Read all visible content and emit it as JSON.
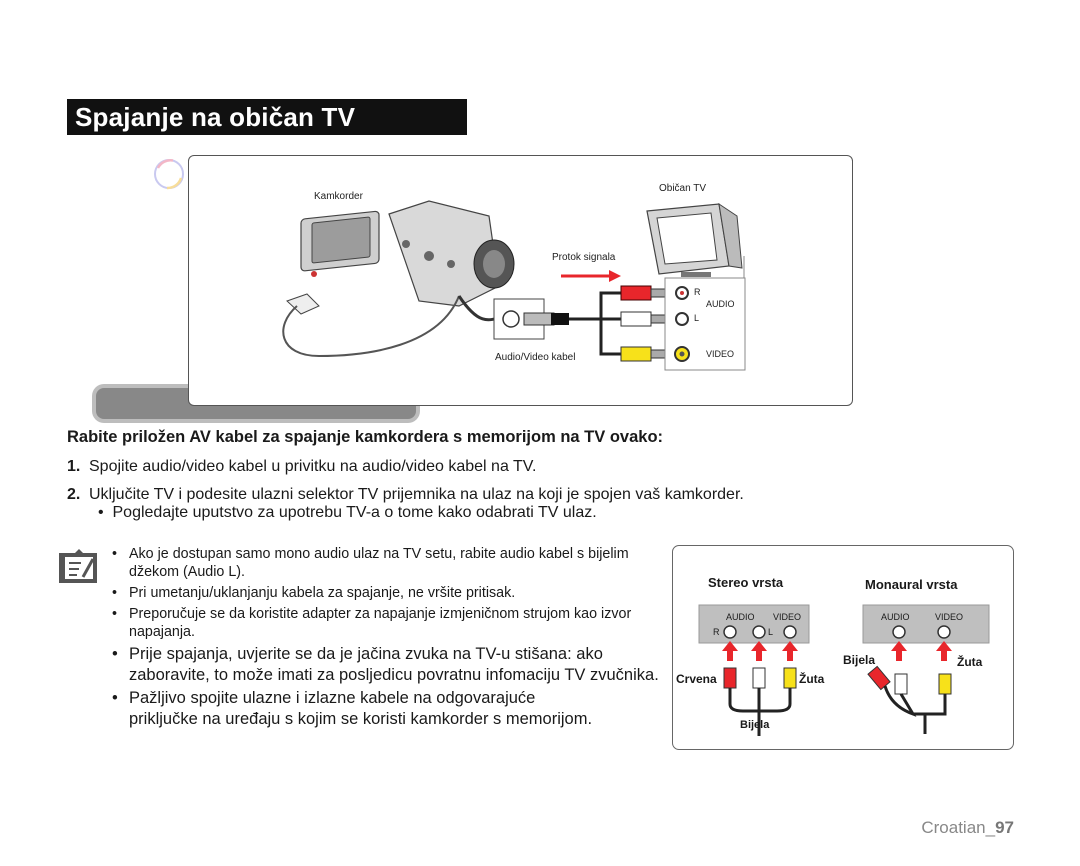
{
  "title": "Spajanje na običan TV (16:9/4:3)",
  "diagram": {
    "camcorder_label": "Kamkorder",
    "tv_label": "Običan TV",
    "signal_label": "Protok signala",
    "cable_label": "Audio/Video kabel",
    "jack_r": "R",
    "jack_l": "L",
    "audio_label": "AUDIO",
    "video_label": "VIDEO"
  },
  "intro": "Rabite priložen AV kabel za spajanje kamkordera s memorijom na TV ovako:",
  "steps": [
    {
      "num": "1.",
      "text": "Spojite audio/video kabel u privitku na audio/video kabel na TV."
    },
    {
      "num": "2.",
      "text": "Uključite TV i podesite ulazni selektor TV prijemnika na ulaz na koji je spojen vaš kamkorder."
    }
  ],
  "step2_bullet": "Pogledajte uputstvo za upotrebu TV-a o tome kako odabrati TV ulaz.",
  "notes": [
    "Ako je dostupan samo mono audio ulaz na TV setu, rabite audio kabel s bijelim džekom (Audio L).",
    "Pri umetanju/uklanjanju kabela za spajanje, ne vršite pritisak.",
    "Preporučuje se da koristite adapter za napajanje izmjeničnom strujom kao izvor napajanja.",
    "Prije spajanja, uvjerite se da je jačina zvuka na TV-u stišana: ako zaboravite, to može imati za posljedicu povratnu infomaciju TV zvučnika.",
    "Pažljivo spojite ulazne i izlazne kabele na odgovarajuće priključke na uređaju s kojim se koristi kamkorder s memorijom."
  ],
  "stereo_box": {
    "stereo_title": "Stereo vrsta",
    "mono_title": "Monaural vrsta",
    "audio": "AUDIO",
    "video": "VIDEO",
    "r": "R",
    "l": "L",
    "red": "Crvena",
    "yellow_left": "Žuta",
    "white_left": "Bijela",
    "white_right": "Bijela",
    "yellow_right": "Žuta"
  },
  "footer": {
    "lang": "Croatian_",
    "page": "97"
  },
  "colors": {
    "red": "#e8262b",
    "yellow": "#f7e11a",
    "white": "#ffffff",
    "panel_grey": "#bfbfbf"
  }
}
